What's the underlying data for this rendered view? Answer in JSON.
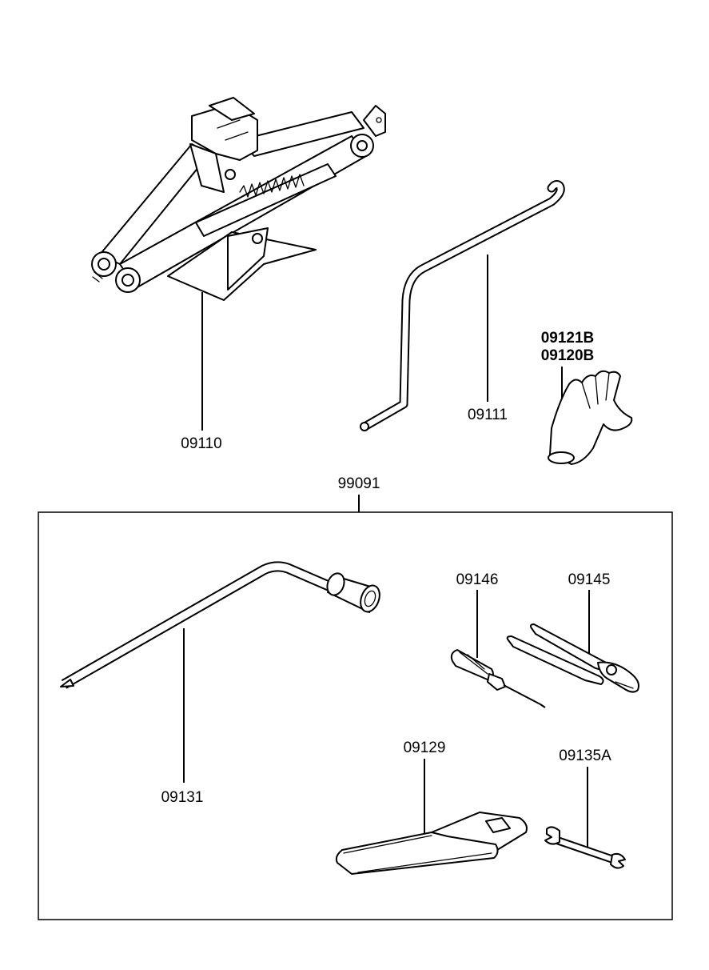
{
  "labels": {
    "jack": "09110",
    "jack_handle": "09111",
    "glove_1": "09121B",
    "glove_2": "09120B",
    "tool_kit": "99091",
    "wheel_wrench": "09131",
    "screwdriver": "09146",
    "pliers": "09145",
    "tool_bag": "09129",
    "spanner": "09135A"
  }
}
